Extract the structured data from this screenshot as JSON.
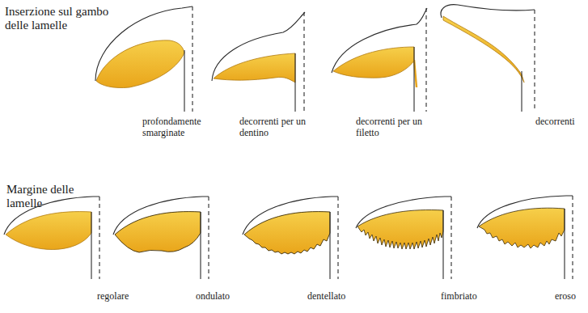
{
  "diagram": {
    "labels": [
      "Inserzione sul gambo delle lamelle",
      "profondamente smarginate",
      "decorrenti per un dentino",
      "decorrenti per un filetto",
      "decorrenti",
      "Margine delle lamelle",
      "regolare",
      "ondulato",
      "dentellato",
      "fimbriato",
      "eroso"
    ]
  }
}
